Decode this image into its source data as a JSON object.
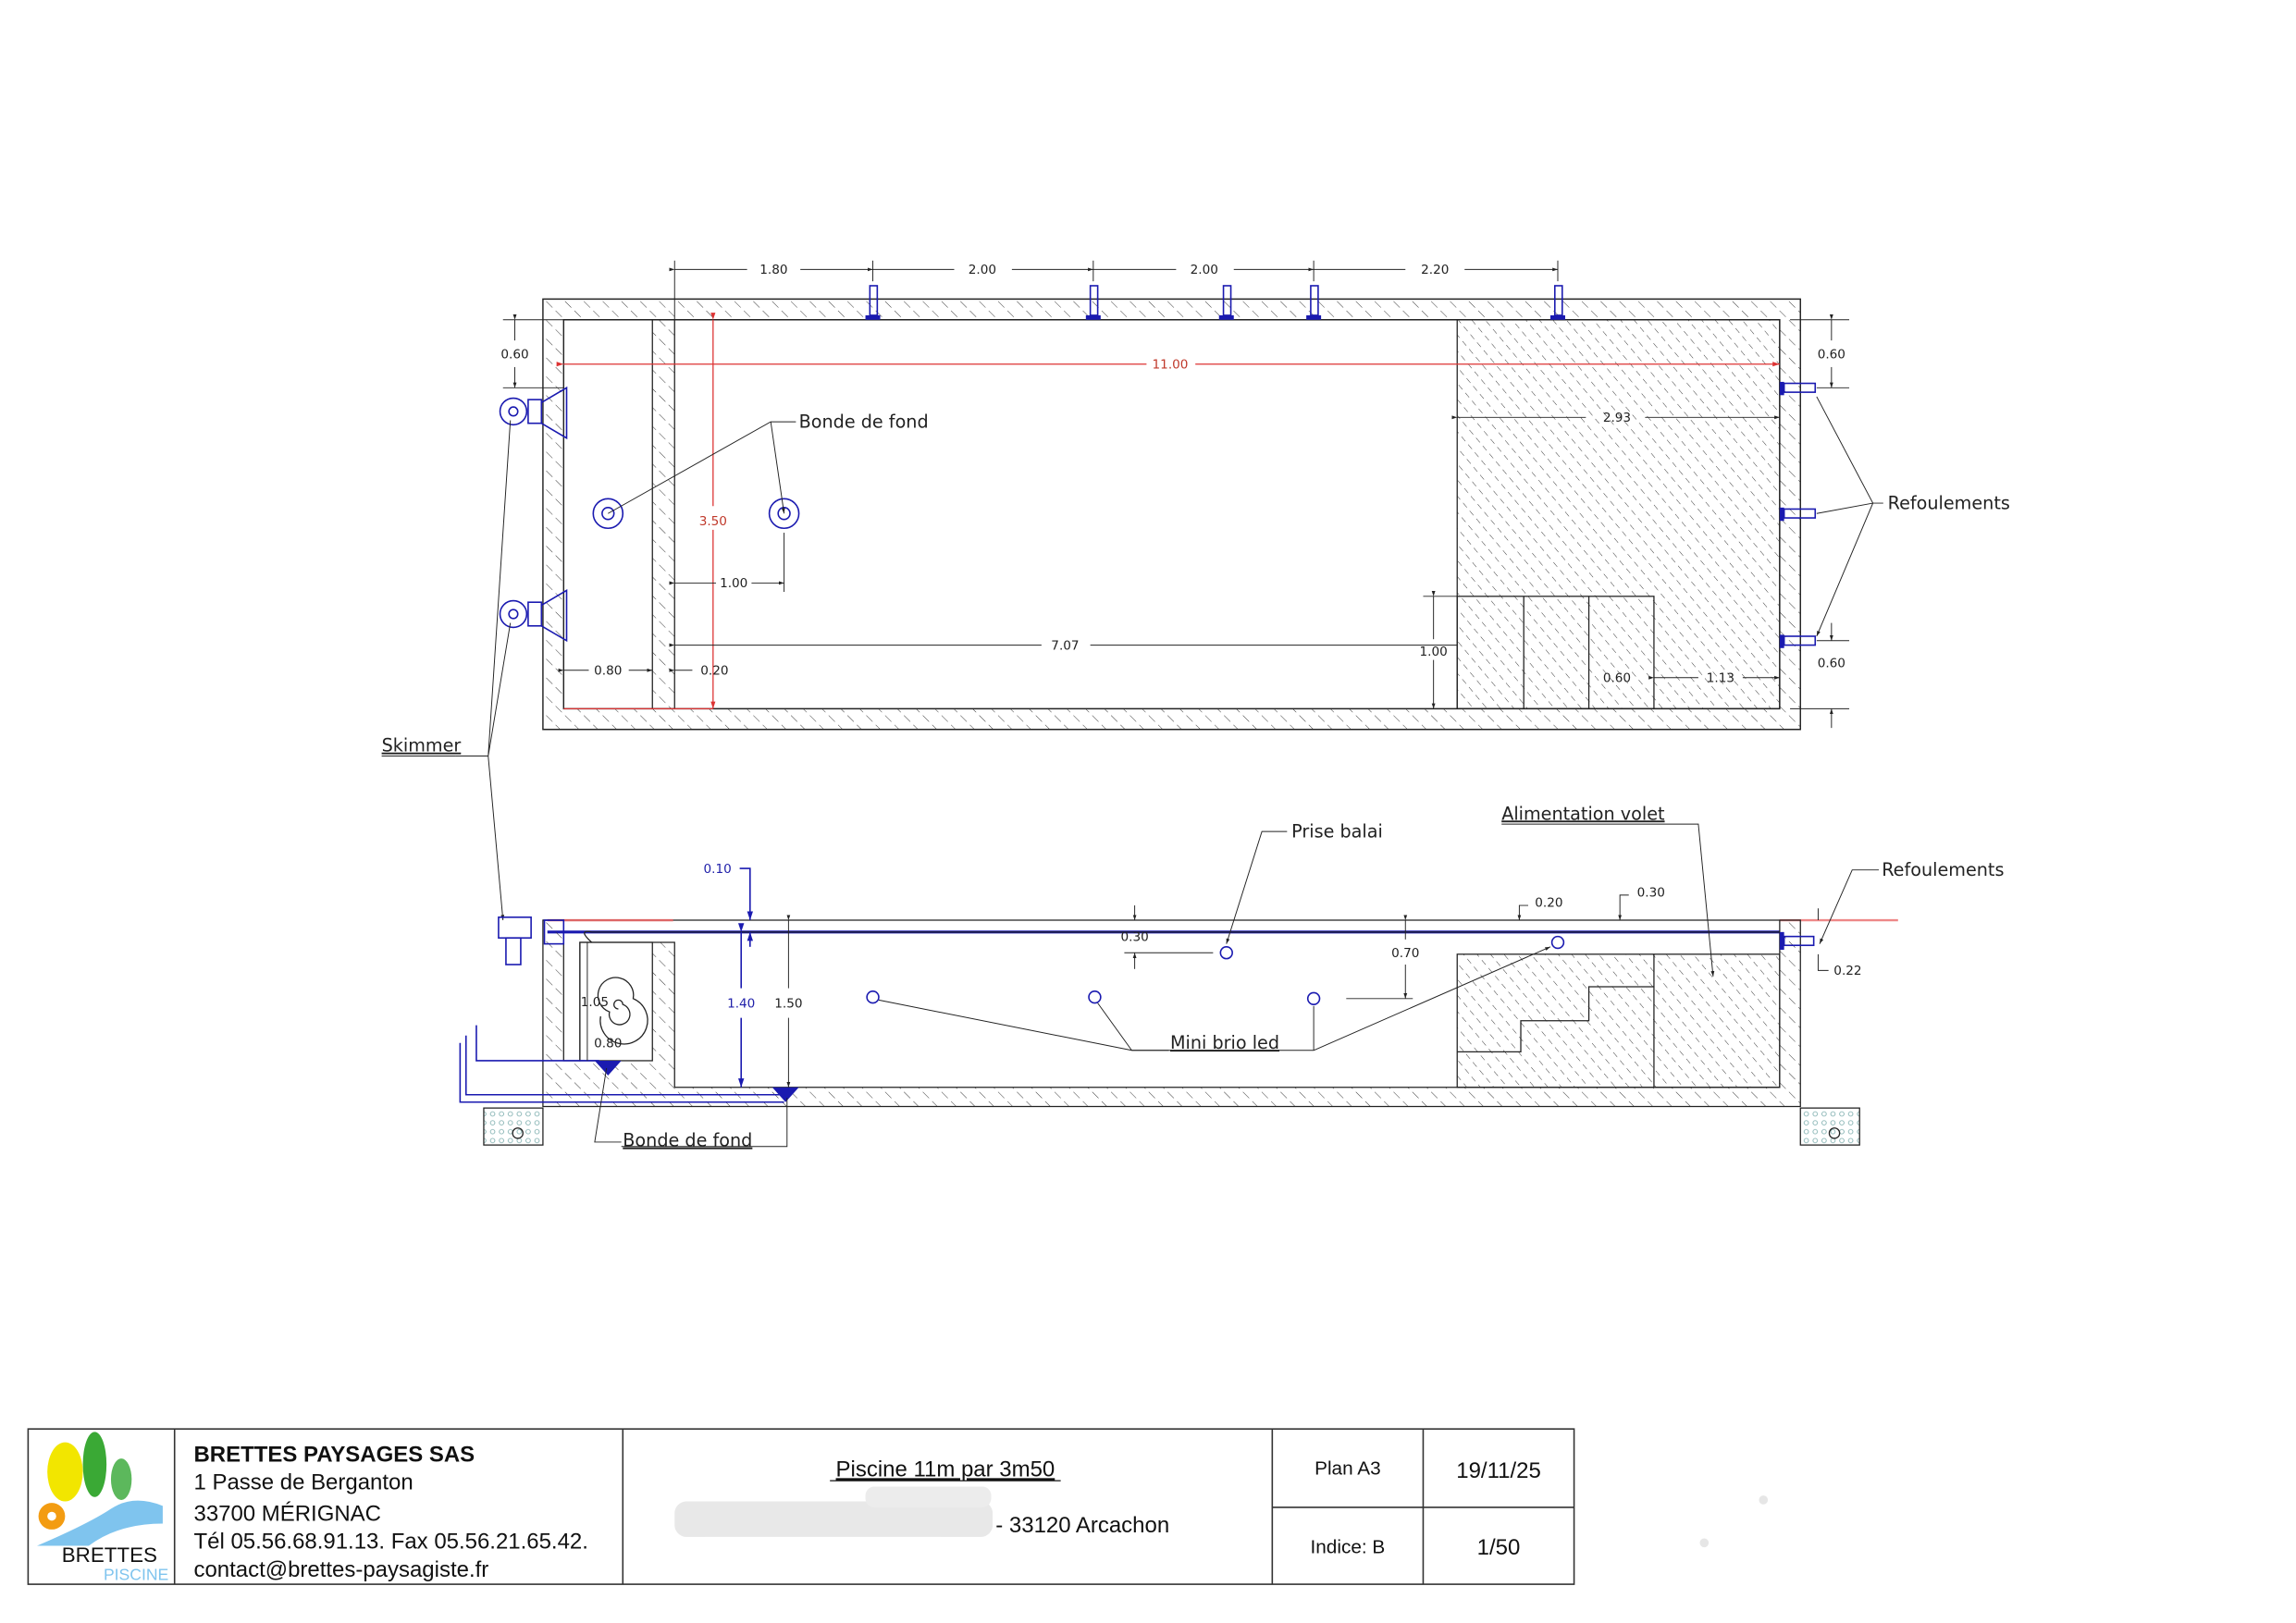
{
  "colors": {
    "ink": "#222222",
    "blue": "#1a1ab0",
    "red": "#dd3333",
    "logo_yellow": "#f2e600",
    "logo_green": "#3aa935",
    "logo_orange": "#f39c12",
    "logo_blue": "#7fc4ee"
  },
  "plan": {
    "top_dims": [
      "1.80",
      "2.00",
      "2.00",
      "2.20"
    ],
    "length": "11.00",
    "width": "3.50",
    "left_offset": "0.60",
    "right_offset_top": "0.60",
    "right_offset_bottom": "0.60",
    "bonde_spacing": "1.00",
    "to_steps": "7.07",
    "pit_width": "0.80",
    "wall_thickness": "0.20",
    "steps_width": "2.93",
    "steps_depth": "1.00",
    "step_tread": "0.60",
    "step_side": "1.13",
    "labels": {
      "bonde": "Bonde de fond",
      "refoulements": "Refoulements",
      "skimmer": "Skimmer"
    }
  },
  "section": {
    "dims": {
      "d010": "0.10",
      "d140": "1.40",
      "d150": "1.50",
      "d105": "1.05",
      "d080": "0.80",
      "d030a": "0.30",
      "d070": "0.70",
      "d020": "0.20",
      "d030b": "0.30",
      "d022": "0.22"
    },
    "labels": {
      "prise_balai": "Prise balai",
      "alimentation_volet": "Alimentation volet",
      "refoulements": "Refoulements",
      "mini_brio_led": "Mini brio led",
      "bonde": "Bonde de fond"
    }
  },
  "title_block": {
    "logo": {
      "line1": "BRETTES",
      "line2": "PISCINE"
    },
    "company": "BRETTES PAYSAGES SAS",
    "address1": "1 Passe de Berganton",
    "address2": "33700 MÉRIGNAC",
    "phone": "Tél 05.56.68.91.13. Fax 05.56.21.65.42.",
    "email": "contact@brettes-paysagiste.fr",
    "project_title": "Piscine 11m par 3m50",
    "project_location": "- 33120 Arcachon",
    "format": "Plan A3",
    "date": "19/11/25",
    "index": "Indice: B",
    "scale": "1/50"
  }
}
